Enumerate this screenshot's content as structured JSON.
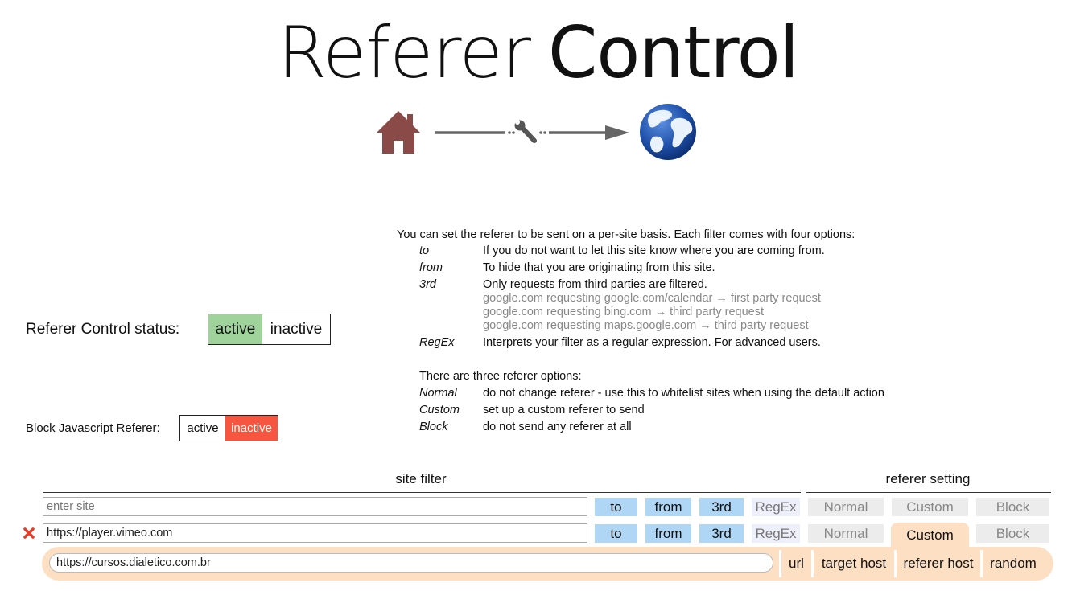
{
  "header": {
    "title_light": "Referer",
    "title_bold": "Control",
    "logo_icons": [
      "home-icon",
      "wrench-icon",
      "globe-icon"
    ]
  },
  "status": {
    "label": "Referer Control status:",
    "active_label": "active",
    "inactive_label": "inactive",
    "selected": "active"
  },
  "js_block": {
    "label": "Block Javascript Referer:",
    "active_label": "active",
    "inactive_label": "inactive",
    "selected": "inactive"
  },
  "help": {
    "intro": "You can set the referer to be sent on a per-site basis. Each filter comes with four options:",
    "filter_options": [
      {
        "key": "to",
        "desc": "If you do not want to let this site know where you are coming from."
      },
      {
        "key": "from",
        "desc": "To hide that you are originating from this site."
      },
      {
        "key": "3rd",
        "desc": "Only requests from third parties are filtered."
      },
      {
        "key": "RegEx",
        "desc": "Interprets your filter as a regular expression. For advanced users."
      }
    ],
    "examples": [
      "google.com requesting google.com/calendar → first party request",
      "google.com requesting bing.com → third party request",
      "google.com requesting maps.google.com → third party request"
    ],
    "referer_intro": "There are three referer options:",
    "referer_options": [
      {
        "key": "Normal",
        "desc": "do not change referer - use this to whitelist sites when using the default action"
      },
      {
        "key": "Custom",
        "desc": "set up a custom referer to send"
      },
      {
        "key": "Block",
        "desc": "do not send any referer at all"
      }
    ]
  },
  "table": {
    "site_filter_header": "site filter",
    "referer_setting_header": "referer setting",
    "filter_buttons": [
      "to",
      "from",
      "3rd",
      "RegEx"
    ],
    "referer_buttons": [
      "Normal",
      "Custom",
      "Block"
    ],
    "new_row": {
      "placeholder": "enter site",
      "value": ""
    },
    "rows": [
      {
        "site": "https://player.vimeo.com",
        "referer_mode": "Custom",
        "custom_referer": "https://cursos.dialetico.com.br",
        "custom_options": [
          "url",
          "target host",
          "referer host",
          "random"
        ]
      }
    ]
  },
  "colors": {
    "active_green": "#9fd39b",
    "inactive_red": "#f6553f",
    "filter_blue": "#b0d6f5",
    "custom_peach": "#fde0c3",
    "delete_red": "#e0402a"
  }
}
